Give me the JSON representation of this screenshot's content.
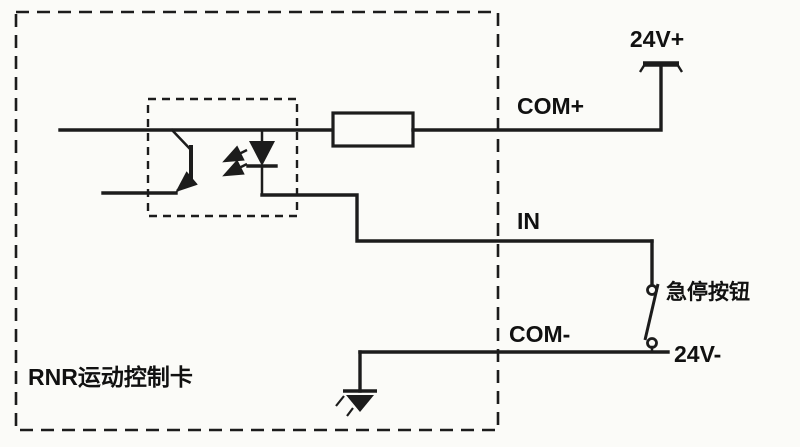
{
  "diagram": {
    "card_label": "RNR运动控制卡",
    "estop_label": "急停按钮",
    "terminals": {
      "supply_positive": "24V+",
      "com_positive": "COM+",
      "input": "IN",
      "com_negative": "COM-",
      "supply_negative": "24V-"
    },
    "components": [
      {
        "name": "optocoupler",
        "parts": [
          "phototransistor",
          "infrared-led",
          "light-arrows"
        ]
      },
      {
        "name": "current-limit-resistor"
      },
      {
        "name": "emergency-stop-contact"
      },
      {
        "name": "earth-ground"
      },
      {
        "name": "supply-terminal"
      }
    ],
    "colors": {
      "line": "#1c1c1c",
      "background": "#fbfbf8"
    }
  }
}
